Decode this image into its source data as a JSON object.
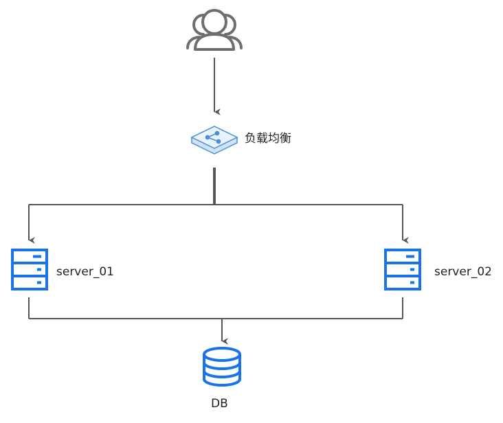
{
  "nodes": {
    "users": {
      "icon": "users-icon"
    },
    "load_balancer": {
      "label": "负载均衡",
      "icon": "load-balancer-icon",
      "color": "#4a90d9"
    },
    "server_01": {
      "label": "server_01",
      "icon": "server-icon",
      "color": "#1a73e8"
    },
    "server_02": {
      "label": "server_02",
      "icon": "server-icon",
      "color": "#1a73e8"
    },
    "db": {
      "label": "DB",
      "icon": "database-icon",
      "color": "#1a73e8"
    }
  },
  "edges": [
    {
      "from": "users",
      "to": "load_balancer"
    },
    {
      "from": "load_balancer",
      "to": "server_01"
    },
    {
      "from": "load_balancer",
      "to": "server_02"
    },
    {
      "from": "server_01",
      "to": "db"
    },
    {
      "from": "server_02",
      "to": "db"
    }
  ],
  "colors": {
    "line": "#555555",
    "icon_gray": "#6e6e6e"
  }
}
